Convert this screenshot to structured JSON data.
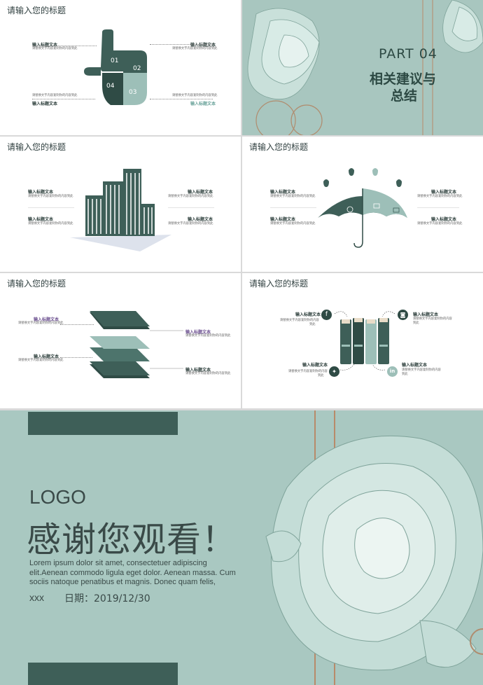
{
  "slide_title": "请输入您的标题",
  "label": "输入标题文本",
  "desc": "请替换文字内容复制你的内容到此",
  "desc2a": "请替换文字内容复制你的内容",
  "desc2b": "到此",
  "puzzle": [
    "01",
    "02",
    "04",
    "03"
  ],
  "part": {
    "number": "PART 04",
    "line1": "相关建议与",
    "line2": "总结"
  },
  "closing": {
    "logo": "LOGO",
    "thanks": "感谢您观看！",
    "lorem1": "Lorem ipsum dolor sit amet, consectetuer adipiscing",
    "lorem2": "elit.Aenean commodo ligula eget dolor. Aenean massa. Cum",
    "lorem3": "sociis natoque penatibus et magnis. Donec quam felis,",
    "author": "xxx",
    "date": "日期：2019/12/30"
  },
  "colors": {
    "dark": "#3e5f58",
    "mid": "#5d8880",
    "light": "#9dbfb8",
    "paper": "#a9c8c1",
    "accent": "#6b4f8f"
  }
}
